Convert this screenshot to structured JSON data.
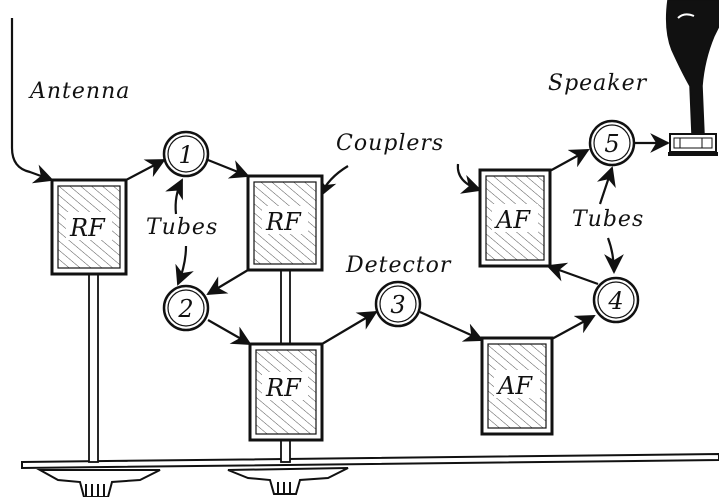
{
  "labels": {
    "antenna": "Antenna",
    "speaker": "Speaker",
    "couplers": "Couplers",
    "tubes_left": "Tubes",
    "tubes_right": "Tubes",
    "detector": "Detector"
  },
  "coupler_boxes": {
    "rf1": "RF",
    "rf2": "RF",
    "rf3": "RF",
    "af1": "AF",
    "af2": "AF"
  },
  "tubes": {
    "t1": "1",
    "t2": "2",
    "t3": "3",
    "t4": "4",
    "t5": "5"
  },
  "colors": {
    "ink": "#111111",
    "paper": "#ffffff"
  }
}
